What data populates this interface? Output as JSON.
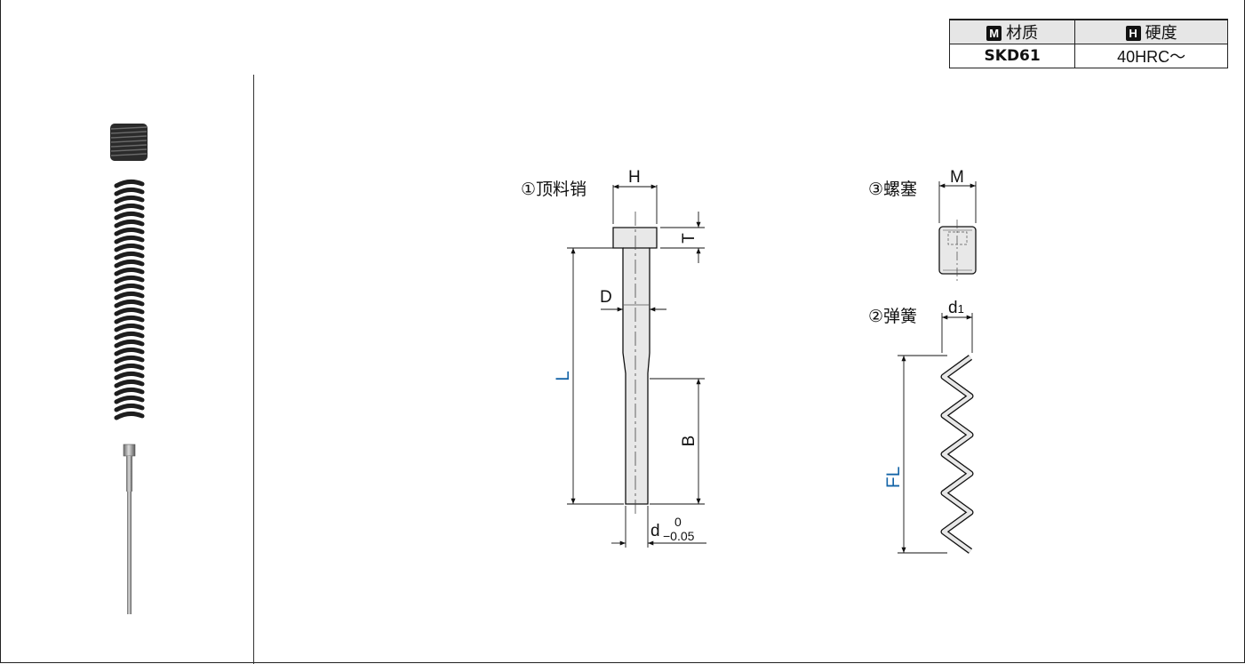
{
  "spec_table": {
    "material_badge": "M",
    "material_label": "材质",
    "hardness_badge": "H",
    "hardness_label": "硬度",
    "material_value": "SKD61",
    "hardness_value": "40HRC～"
  },
  "parts": {
    "ejector_pin": "①顶料销",
    "spring": "②弹簧",
    "plug": "③螺塞"
  },
  "dimensions": {
    "H": "H",
    "T": "T",
    "D": "D",
    "L": "L",
    "B": "B",
    "d": "d",
    "d_tol_upper": "0",
    "d_tol_lower": "−0.05",
    "M": "M",
    "d1_base": "d",
    "d1_sub": "1",
    "FL": "FL"
  },
  "colors": {
    "line": "#111111",
    "part_fill": "#e8e8e8",
    "dim_blue": "#1565a8"
  }
}
